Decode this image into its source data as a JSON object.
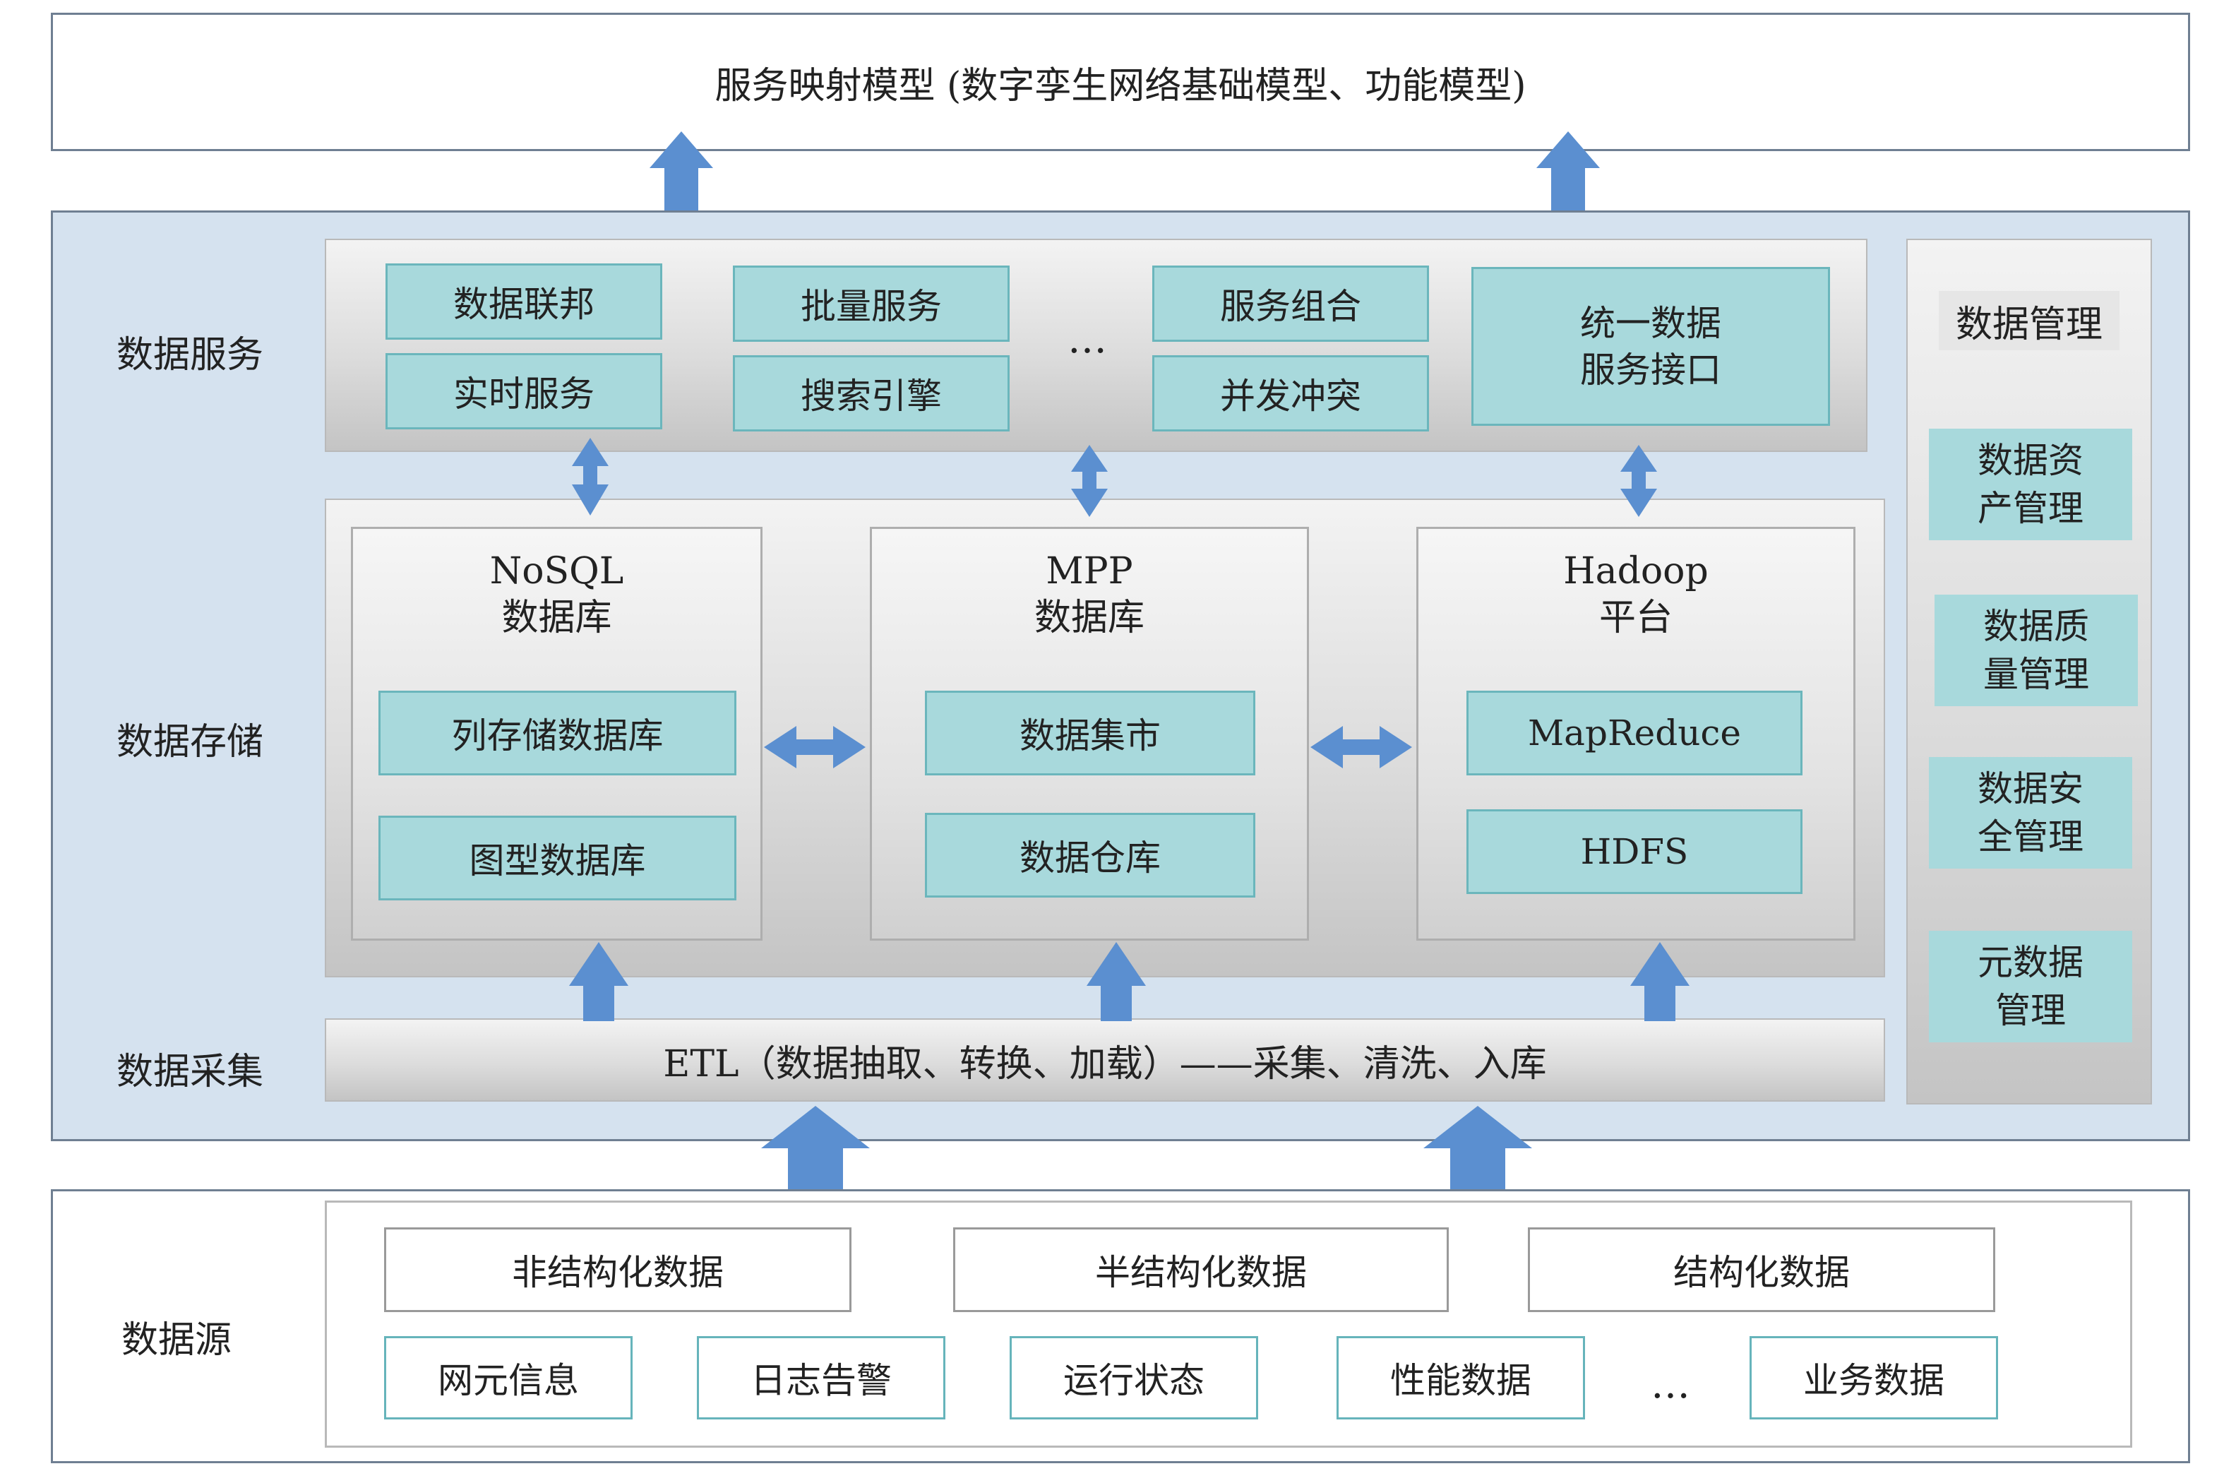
{
  "top_model": "服务映射模型 (数字孪生网络基础模型、功能模型)",
  "layers": {
    "service": "数据服务",
    "storage": "数据存储",
    "collection": "数据采集",
    "source": "数据源"
  },
  "services": {
    "items": [
      "数据联邦",
      "实时服务",
      "批量服务",
      "搜索引擎",
      "服务组合",
      "并发冲突"
    ],
    "ellipsis": "…",
    "unified": [
      "统一数据",
      "服务接口"
    ]
  },
  "storage": {
    "nosql": {
      "title": [
        "NoSQL",
        "数据库"
      ],
      "items": [
        "列存储数据库",
        "图型数据库"
      ]
    },
    "mpp": {
      "title": [
        "MPP",
        "数据库"
      ],
      "items": [
        "数据集市",
        "数据仓库"
      ]
    },
    "hadoop": {
      "title": [
        "Hadoop",
        "平台"
      ],
      "items": [
        "MapReduce",
        "HDFS"
      ]
    }
  },
  "etl": "ETL（数据抽取、转换、加载）——采集、清洗、入库",
  "management": {
    "title": "数据管理",
    "items": [
      [
        "数据资",
        "产管理"
      ],
      [
        "数据质",
        "量管理"
      ],
      [
        "数据安",
        "全管理"
      ],
      [
        "元数据",
        "管理"
      ]
    ]
  },
  "sources": {
    "types": [
      "非结构化数据",
      "半结构化数据",
      "结构化数据"
    ],
    "items": [
      "网元信息",
      "日志告警",
      "运行状态",
      "性能数据",
      "业务数据"
    ],
    "ellipsis": "…"
  },
  "colors": {
    "arrow": "#5b8fd0",
    "teal": "#a8d9dc",
    "panel": "#d5e2ef",
    "border": "#6f7f92"
  }
}
